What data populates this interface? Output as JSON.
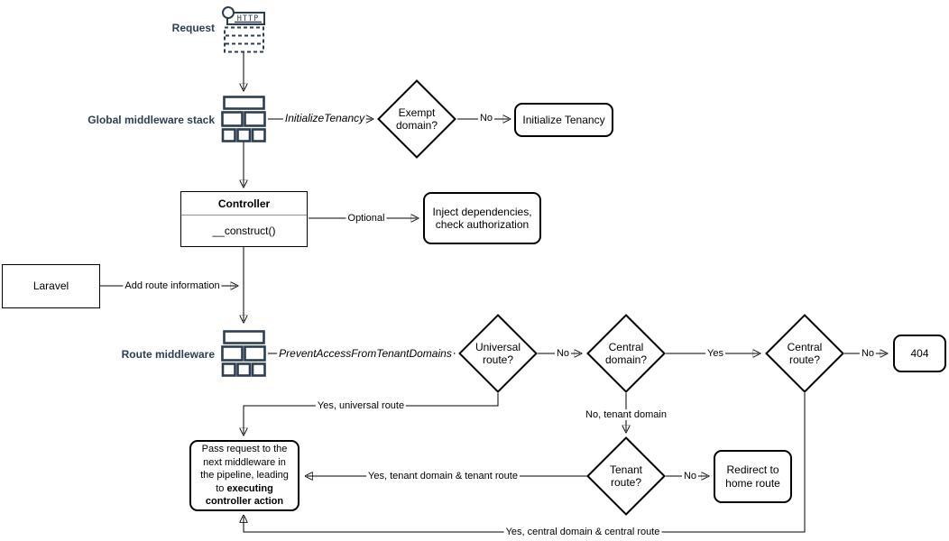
{
  "colors": {
    "accent_navy": "#2d3e50",
    "node_stroke": "#000000",
    "background": "#ffffff"
  },
  "side_labels": {
    "request": "Request",
    "global_middleware": "Global middleware stack",
    "route_middleware": "Route middleware"
  },
  "icons": {
    "http_request_icon": "HTTP",
    "middleware_stack_icon": "middleware-stack",
    "route_middleware_stack_icon": "middleware-stack"
  },
  "nodes": {
    "exempt_domain": "Exempt domain?",
    "initialize_tenancy": "Initialize Tenancy",
    "controller_title": "Controller",
    "controller_method": "__construct()",
    "inject_dependencies": "Inject dependencies, check authorization",
    "laravel": "Laravel",
    "universal_route": "Universal route?",
    "central_domain": "Central domain?",
    "central_route": "Central route?",
    "not_found": "404",
    "tenant_route": "Tenant route?",
    "redirect_home": "Redirect to home route",
    "pass_request_text": "Pass request to the next middleware in the pipeline, leading to ",
    "pass_request_bold": "executing controller action"
  },
  "edges": {
    "initialize_tenancy_middleware": "InitializeTenancy",
    "exempt_no": "No",
    "optional": "Optional",
    "add_route_information": "Add route information",
    "prevent_access": "PreventAccessFromTenantDomains",
    "universal_no": "No",
    "central_domain_yes": "Yes",
    "central_route_no": "No",
    "no_tenant_domain": "No, tenant domain",
    "tenant_route_no": "No",
    "yes_universal_route": "Yes, universal route",
    "yes_tenant_route": "Yes, tenant domain & tenant route",
    "yes_central_route": "Yes, central domain & central route"
  }
}
